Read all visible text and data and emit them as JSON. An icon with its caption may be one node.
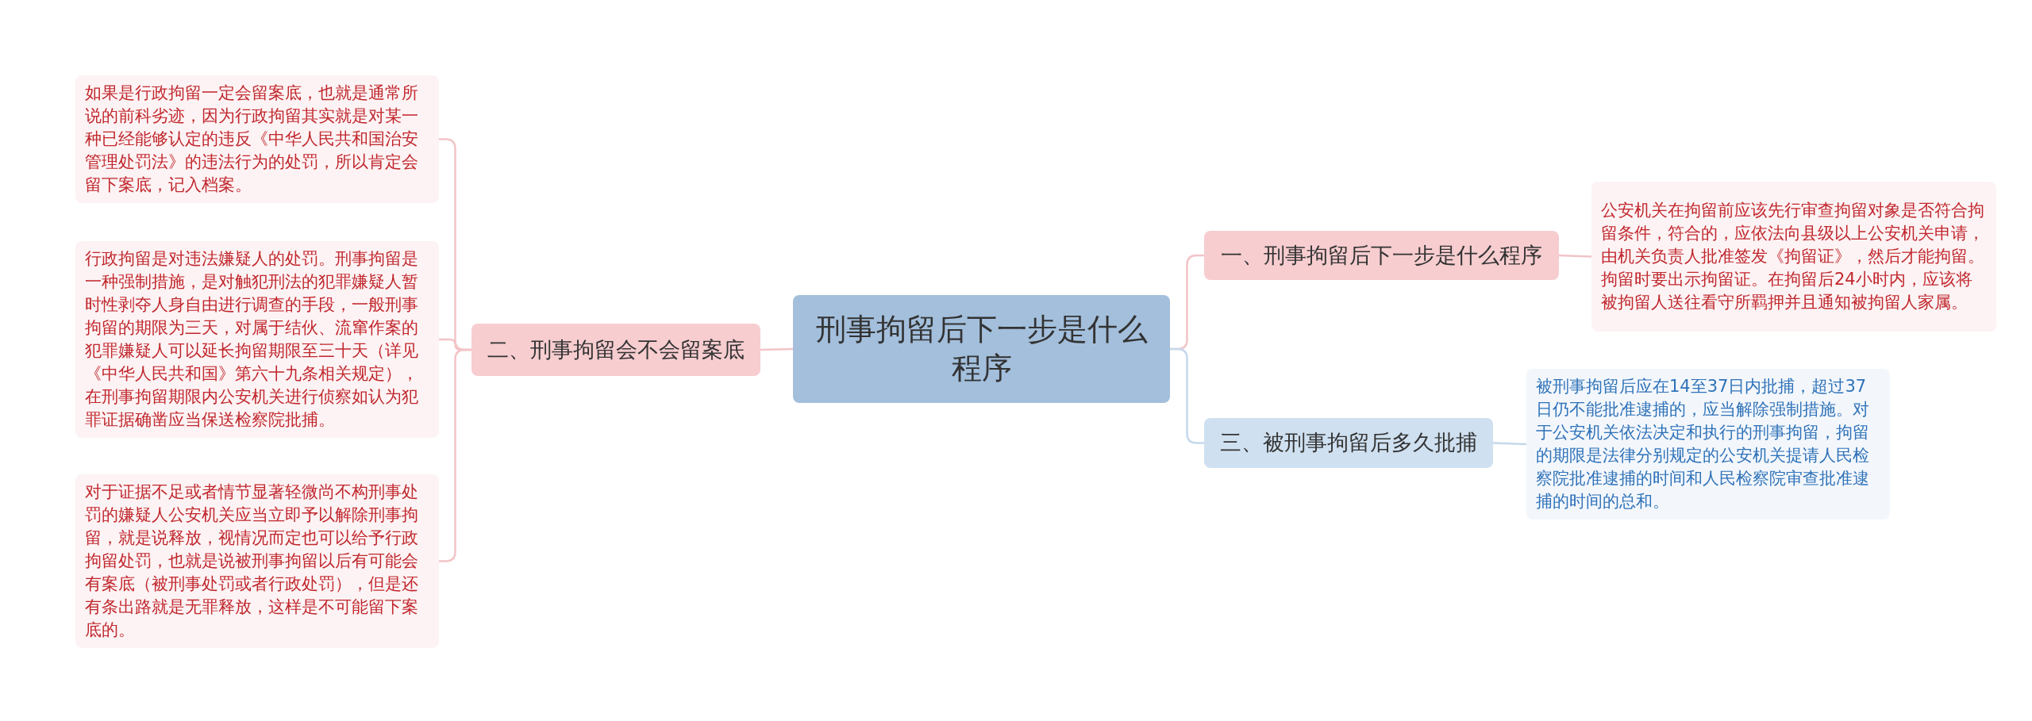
{
  "diagram": {
    "nodes": [
      {
        "text": [
          "刑事拘留后下一步是什么程序"
        ]
      },
      {
        "text": [
          "一、刑事拘留后下一步是什么程序"
        ]
      },
      {
        "text": [
          "公安机关在拘留前应该先行审查拘留对象是否符合拘留条件，符合的，应依法向县级以上公安机关申请，由机关负责人批准签发《拘留证》，然后才能拘留。拘留时要出示拘留证。在拘留后24小时内，应该将被拘留人送往看守所羁押并且通知被拘留人家属。"
        ]
      },
      {
        "text": [
          "三、被刑事拘留后多久批捕"
        ]
      },
      {
        "text": [
          "被刑事拘留后应在14至37日内批捕，超过37日仍不能批准逮捕的，应当解除强制措施。对于公安机关依法决定和执行的刑事拘留，拘留的期限是法律分别规定的公安机关提请人民检察院批准逮捕的时间和人民检察院审查批准逮捕的时间的总和。"
        ]
      },
      {
        "text": [
          "二、刑事拘留会不会留案底"
        ]
      },
      {
        "text": [
          "如果是行政拘留一定会留案底，也就是通常所说的前科劣迹，因为行政拘留其实就是对某一种已经能够认定的违反《中华人民共和国治安管理处罚法》的违法行为的处罚，所以肯定会留下案底，记入档案。"
        ]
      },
      {
        "text": [
          "行政拘留是对违法嫌疑人的处罚。刑事拘留是一种强制措施，是对触犯刑法的犯罪嫌疑人暂时性剥夺人身自由进行调查的手段，一般刑事拘留的期限为三天，对属于结伙、流窜作案的犯罪嫌疑人可以延长拘留期限至三十天（详见《中华人民共和国》第六十九条相关规定），在刑事拘留期限内公安机关进行侦察如认为犯罪证据确凿应当保送检察院批捕。"
        ]
      },
      {
        "text": [
          "对于证据不足或者情节显著轻微尚不构刑事处罚的嫌疑人公安机关应当立即予以解除刑事拘留，就是说释放，视情况而定也可以给予行政拘留处罚，也就是说被刑事拘留以后有可能会有案底（被刑事处罚或者行政处罚），但是还有条出路就是无罪释放，这样是不可能留下案底的。"
        ]
      }
    ],
    "edges": [
      {
        "from": 0,
        "to": 1,
        "arrow": "none"
      },
      {
        "from": 1,
        "to": 2,
        "arrow": "none"
      },
      {
        "from": 0,
        "to": 3,
        "arrow": "none",
        "color": "#c5d9ec"
      },
      {
        "from": 3,
        "to": 4,
        "arrow": "none",
        "color": "#c5d9ec"
      },
      {
        "from": 0,
        "to": 5,
        "arrow": "none"
      },
      {
        "from": 5,
        "to": 6,
        "arrow": "none"
      },
      {
        "from": 5,
        "to": 7,
        "arrow": "none"
      },
      {
        "from": 5,
        "to": 8,
        "arrow": "none"
      }
    ]
  }
}
